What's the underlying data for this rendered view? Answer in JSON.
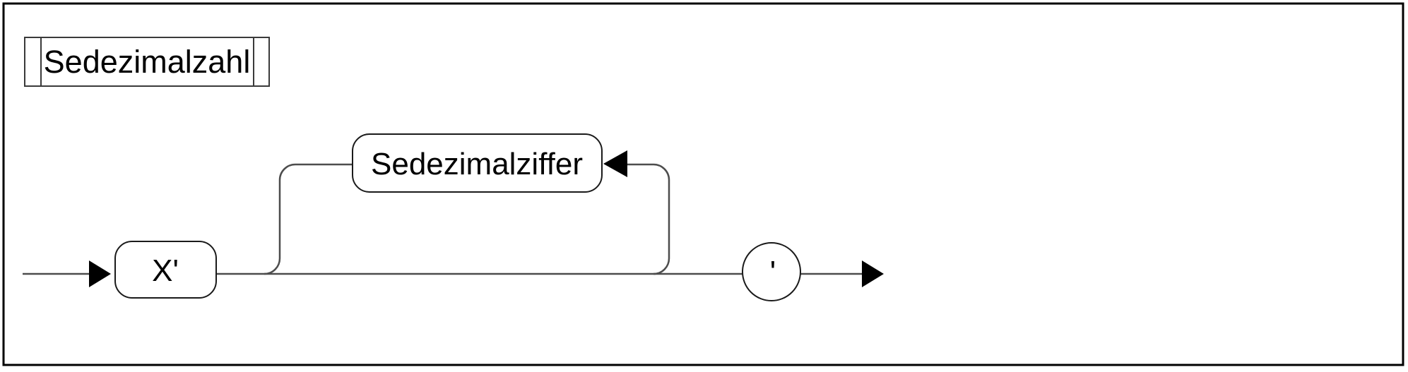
{
  "diagram": {
    "kind": "syntax-railroad-diagram",
    "title": "Sedezimalzahl",
    "nodes": {
      "start_terminal": {
        "label": "X'",
        "type": "terminal"
      },
      "loop_nonterminal": {
        "label": "Sedezimalziffer",
        "type": "nonterminal"
      },
      "end_terminal": {
        "label": "'",
        "type": "terminal"
      }
    },
    "colors": {
      "background": "#ffffff",
      "border": "#000000",
      "rail": "#4d4d4d",
      "node_stroke": "#1a1a1a",
      "arrow": "#000000",
      "text": "#000000"
    }
  }
}
